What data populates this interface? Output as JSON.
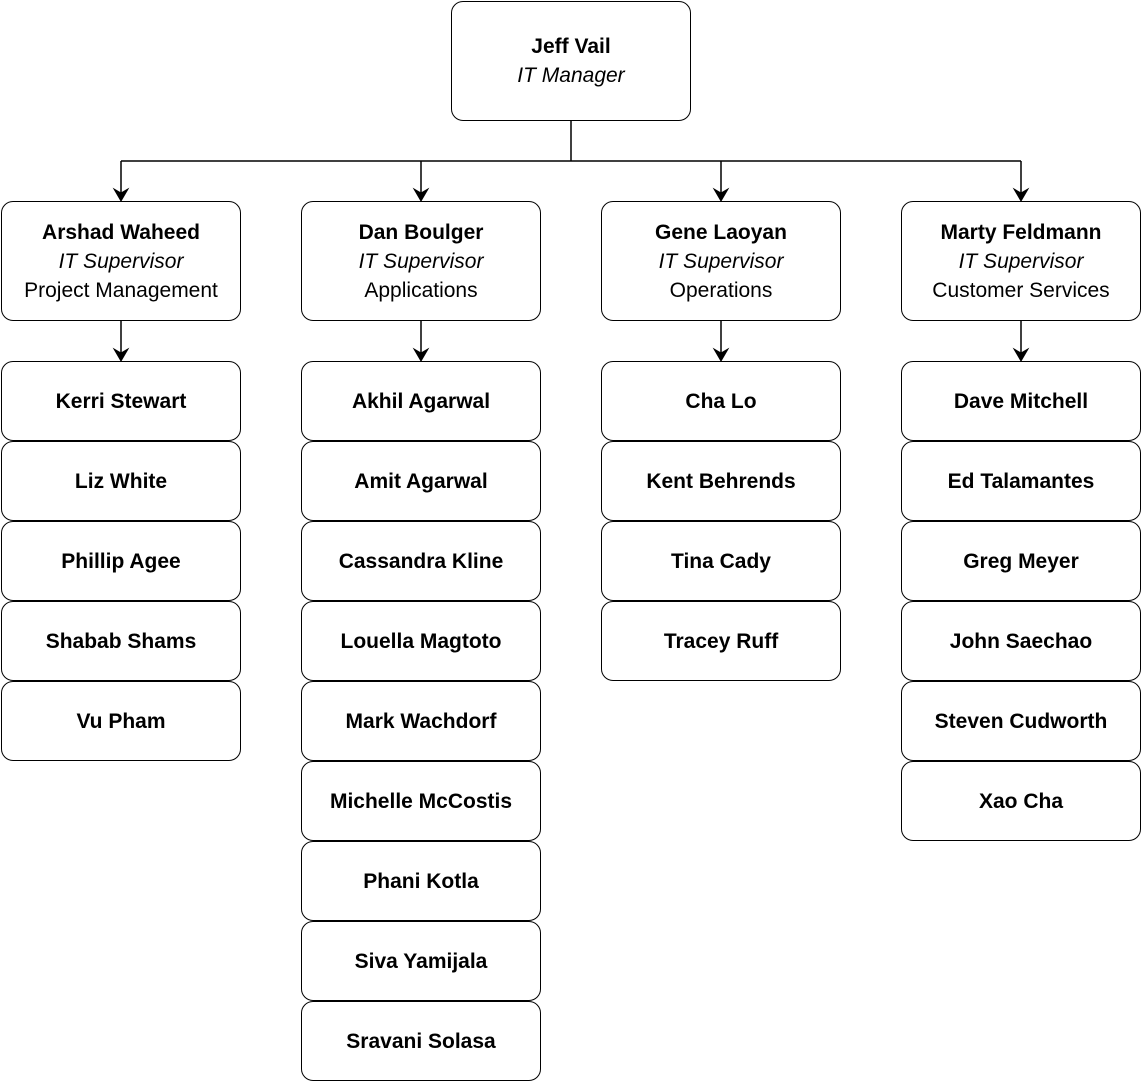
{
  "manager": {
    "name": "Jeff Vail",
    "role": "IT Manager"
  },
  "teams": [
    {
      "name": "Arshad Waheed",
      "role": "IT Supervisor",
      "dept": "Project Management",
      "members": [
        "Kerri Stewart",
        "Liz White",
        "Phillip Agee",
        "Shabab Shams",
        "Vu Pham"
      ]
    },
    {
      "name": "Dan Boulger",
      "role": "IT Supervisor",
      "dept": "Applications",
      "members": [
        "Akhil Agarwal",
        "Amit Agarwal",
        "Cassandra Kline",
        "Louella Magtoto",
        "Mark Wachdorf",
        "Michelle McCostis",
        "Phani Kotla",
        "Siva Yamijala",
        "Sravani Solasa"
      ]
    },
    {
      "name": "Gene Laoyan",
      "role": "IT Supervisor",
      "dept": "Operations",
      "members": [
        "Cha Lo",
        "Kent Behrends",
        "Tina Cady",
        "Tracey Ruff"
      ]
    },
    {
      "name": "Marty Feldmann",
      "role": "IT Supervisor",
      "dept": "Customer Services",
      "members": [
        "Dave Mitchell",
        "Ed Talamantes",
        "Greg Meyer",
        "John Saechao",
        "Steven Cudworth",
        "Xao Cha"
      ]
    }
  ]
}
